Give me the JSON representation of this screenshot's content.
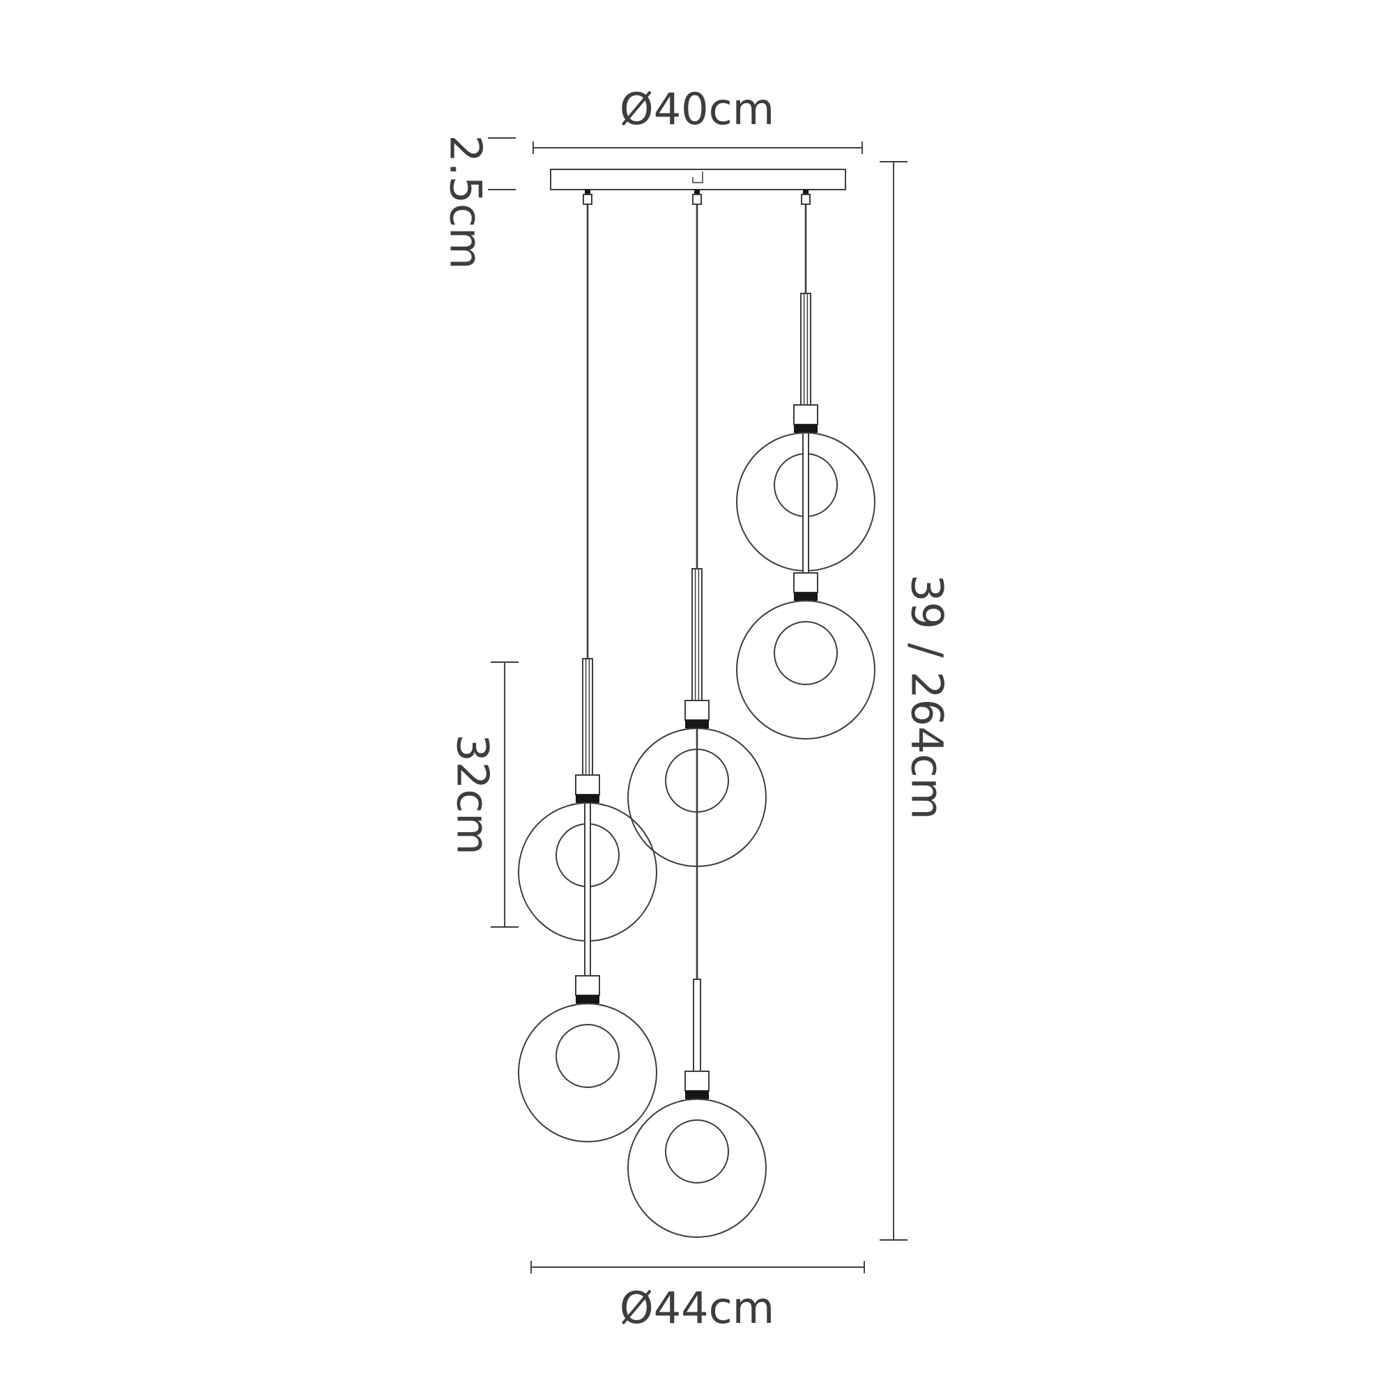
{
  "diagram": {
    "type": "pendant-light-dimension-drawing",
    "labels": {
      "top_diameter": "Ø40cm",
      "canopy_depth": "2.5cm",
      "shade_section": "32cm",
      "overall_drop": "39 / 264cm",
      "bottom_diameter": "Ø44cm"
    },
    "colors": {
      "line": "#3d3d3d",
      "text": "#3d3d3d",
      "band": "#161616",
      "background": "#ffffff"
    }
  }
}
